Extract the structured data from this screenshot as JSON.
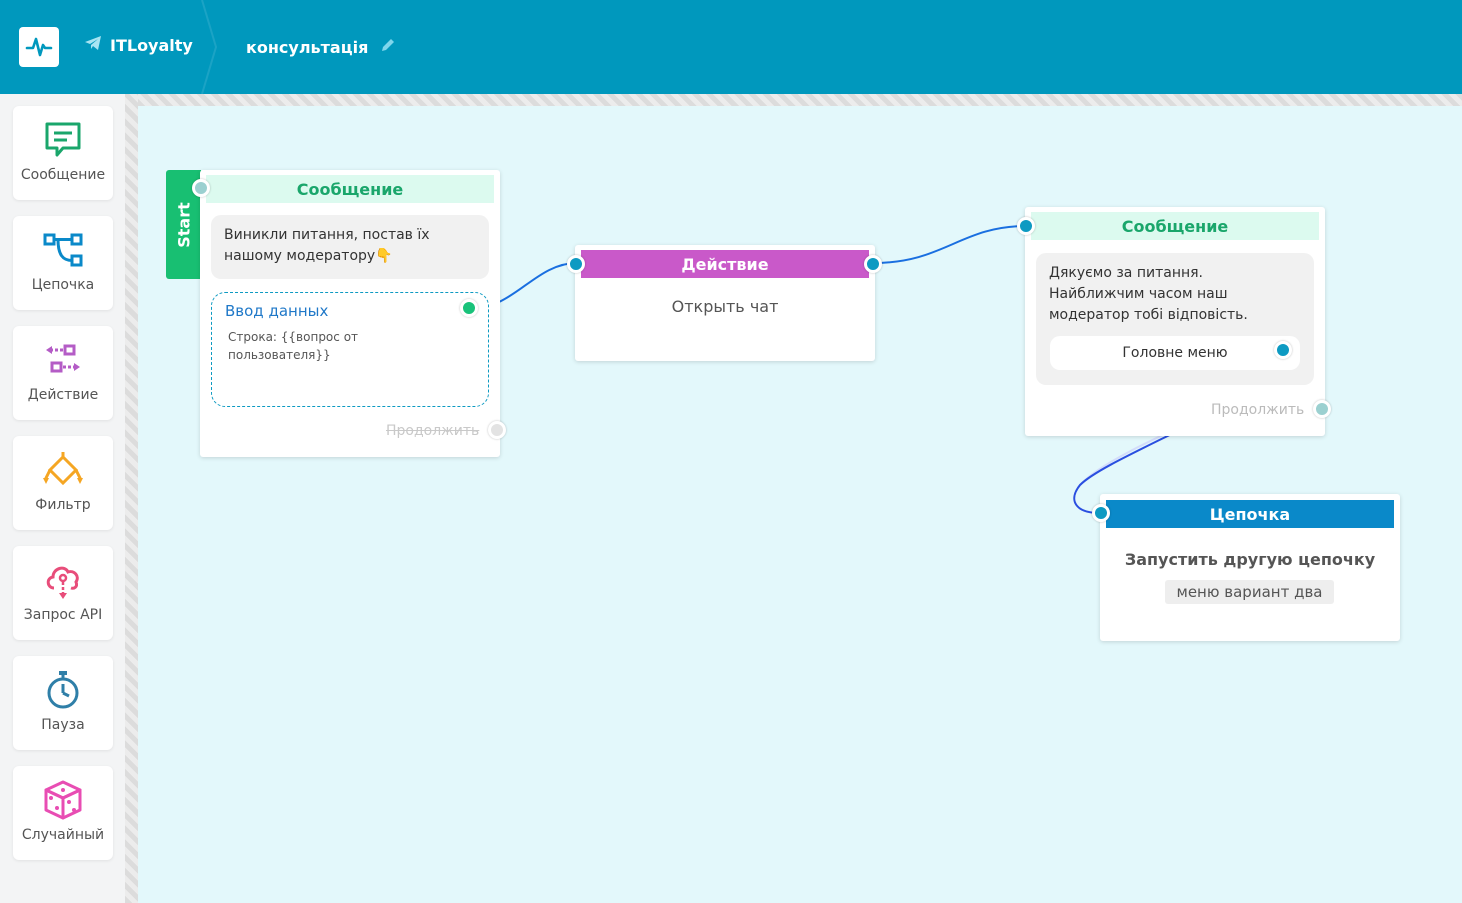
{
  "header": {
    "logo_icon": "pulse-icon",
    "bot_icon": "telegram-icon",
    "bot_name": "ITLoyalty",
    "flow_title": "консультація",
    "edit_icon": "pencil-icon",
    "bg_color": "#0098bd"
  },
  "sidebar": {
    "items": [
      {
        "label": "Сообщение",
        "icon": "message-icon"
      },
      {
        "label": "Цепочка",
        "icon": "chain-icon"
      },
      {
        "label": "Действие",
        "icon": "action-icon"
      },
      {
        "label": "Фильтр",
        "icon": "filter-icon"
      },
      {
        "label": "Запрос API",
        "icon": "api-icon"
      },
      {
        "label": "Пауза",
        "icon": "stopwatch-icon"
      },
      {
        "label": "Случайный",
        "icon": "dice-icon"
      }
    ]
  },
  "nodes": {
    "start": {
      "tab_label": "Start",
      "title": "Сообщение",
      "text": "Виникли питання, постав їх нашому модератору👇",
      "input_title": "Ввод данных",
      "input_text": "Строка: {{вопрос  от пользователя}}",
      "continue_label": "Продолжить"
    },
    "action": {
      "title": "Действие",
      "text": "Открыть чат"
    },
    "message2": {
      "title": "Сообщение",
      "text": "Дякуємо за питання. Найближчим часом наш модератор тобі відповість.",
      "button_label": "Головне меню",
      "continue_label": "Продолжить"
    },
    "chain": {
      "title": "Цепочка",
      "text": "Запустить другую цепочку",
      "tag": "меню вариант два"
    }
  }
}
